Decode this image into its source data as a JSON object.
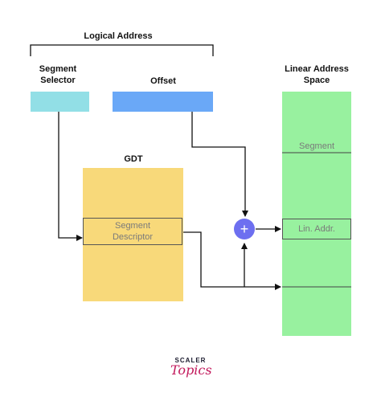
{
  "logical_address": {
    "title": "Logical Address"
  },
  "segment_selector": {
    "line1": "Segment",
    "line2": "Selector"
  },
  "offset": {
    "label": "Offset"
  },
  "gdt": {
    "title": "GDT",
    "descriptor_line1": "Segment",
    "descriptor_line2": "Descriptor"
  },
  "linear_space": {
    "line1": "Linear Address",
    "line2": "Space",
    "segment_label": "Segment",
    "lin_addr_label": "Lin. Addr."
  },
  "adder": {
    "symbol": "+"
  },
  "logo": {
    "line1": "SCALER",
    "line2": "Topics"
  },
  "colors": {
    "selector_box": "#92dfe6",
    "offset_box": "#6aa8f7",
    "gdt_box": "#f8d97a",
    "linear_box": "#98f19f",
    "adder": "#6d6ff0",
    "line": "#111111"
  }
}
